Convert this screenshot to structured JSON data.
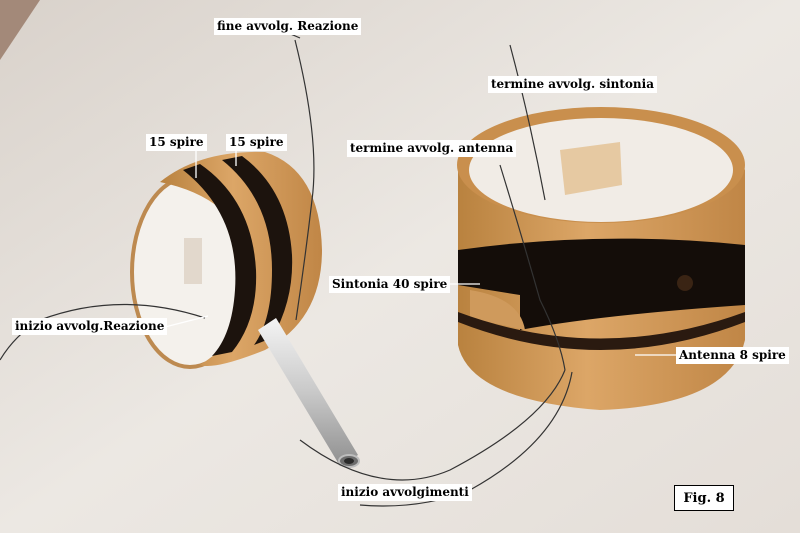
{
  "labels": {
    "fine_reazione": "fine avvolg. Reazione",
    "termine_sintonia": "termine avvolg. sintonia",
    "spire_left": "15 spire",
    "spire_right": "15 spire",
    "termine_antenna": "termine avvolg. antenna",
    "sintonia": "Sintonia 40 spire",
    "inizio_reazione": "inizio avvolg.Reazione",
    "antenna": "Antenna 8 spire",
    "inizio_avvolgimenti": "inizio avvolgimenti"
  },
  "figure_label": "Fig. 8",
  "colors": {
    "background": "#e9e4de",
    "cardboard": "#cf9a5c",
    "cardboard_dark": "#a9733a",
    "winding": "#1a120c",
    "tube": "#d8d8d8"
  }
}
